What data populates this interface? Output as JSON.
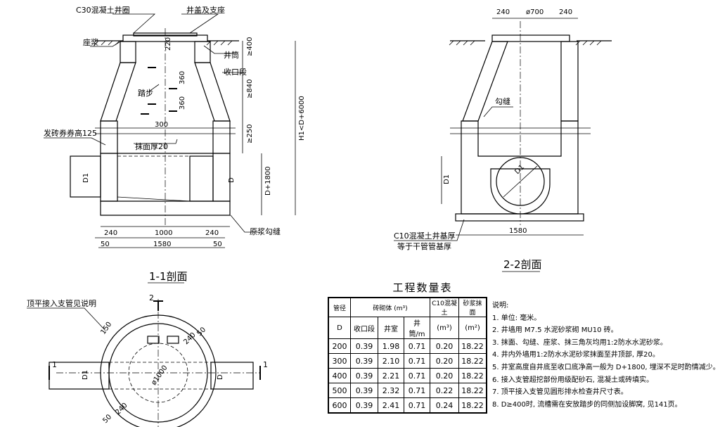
{
  "section1": {
    "title": "1-1剖面",
    "labels": {
      "ring": "C30混凝土井圈",
      "cover": "井盖及支座",
      "mortar": "座浆",
      "neck": "井筒",
      "step": "踏步",
      "reducer": "收口段",
      "arch": "发砖券券高125",
      "plaster": "抹面厚20",
      "base": "原浆勾缝"
    },
    "dims": {
      "d220": "220",
      "d360a": "360",
      "d360b": "360",
      "d300": "300",
      "ge400": "≥400",
      "ge840": "≥840",
      "ge250": "≥250",
      "h1": "H1<D+6000",
      "d1800": "D+1800",
      "D1": "D1",
      "D": "D",
      "b240l": "240",
      "b1000": "1000",
      "b240r": "240",
      "b50l": "50",
      "b1580": "1580",
      "b50r": "50"
    }
  },
  "section2": {
    "title": "2-2剖面",
    "labels": {
      "joint": "勾缝",
      "base1": "C10混凝土井基厚",
      "base2": "等于干管管基厚"
    },
    "dims": {
      "t240l": "240",
      "t700": "ø700",
      "t240r": "240",
      "D1": "D1",
      "D1b": "D1",
      "b1580": "1580"
    }
  },
  "plan": {
    "label_pipe": "顶平接入支管见说明",
    "mark_top": "2",
    "mark_left": "1",
    "mark_right": "1",
    "d150": "150",
    "d240a": "240",
    "d240b": "240",
    "d50a": "50",
    "d50b": "50",
    "d1000": "ø1000",
    "D1": "D1",
    "D": "D"
  },
  "qty": {
    "title": "工程数量表",
    "head": {
      "pipe": "管径",
      "brick": "砖砌体",
      "brick_unit": "(m³)",
      "conc": "C10混凝土",
      "plaster": "砂浆抹面",
      "d": "D",
      "neck": "收口段",
      "chamber": "井室",
      "shaft": "井筒/m",
      "conc_unit": "(m³)",
      "plaster_unit": "(m²)"
    },
    "rows": [
      [
        "200",
        "0.39",
        "1.98",
        "0.71",
        "0.20",
        "18.22"
      ],
      [
        "300",
        "0.39",
        "2.10",
        "0.71",
        "0.20",
        "18.22"
      ],
      [
        "400",
        "0.39",
        "2.21",
        "0.71",
        "0.20",
        "18.22"
      ],
      [
        "500",
        "0.39",
        "2.32",
        "0.71",
        "0.22",
        "18.22"
      ],
      [
        "600",
        "0.39",
        "2.41",
        "0.71",
        "0.24",
        "18.22"
      ]
    ]
  },
  "notes": {
    "title": "说明:",
    "lines": [
      "1. 单位: 毫米。",
      "2. 井墙用 M7.5 水泥砂浆砌 MU10 砖。",
      "3. 抹面、勾缝、座浆、抹三角灰均用1:2防水水泥砂浆。",
      "4. 井内外墙用1:2防水水泥砂浆抹面至井顶部, 厚20。",
      "5. 井室高度自井底至收口底净高一般为 D+1800, 埋深不足时酌情减少。",
      "6. 接入支管超挖部份用级配砂石, 混凝土或砖填实。",
      "7. 顶平接入支管见圆形排水检查井尺寸表。",
      "8. D≥400时, 流槽需在安放踏步的同侧加设脚窝, 见141页。"
    ]
  }
}
